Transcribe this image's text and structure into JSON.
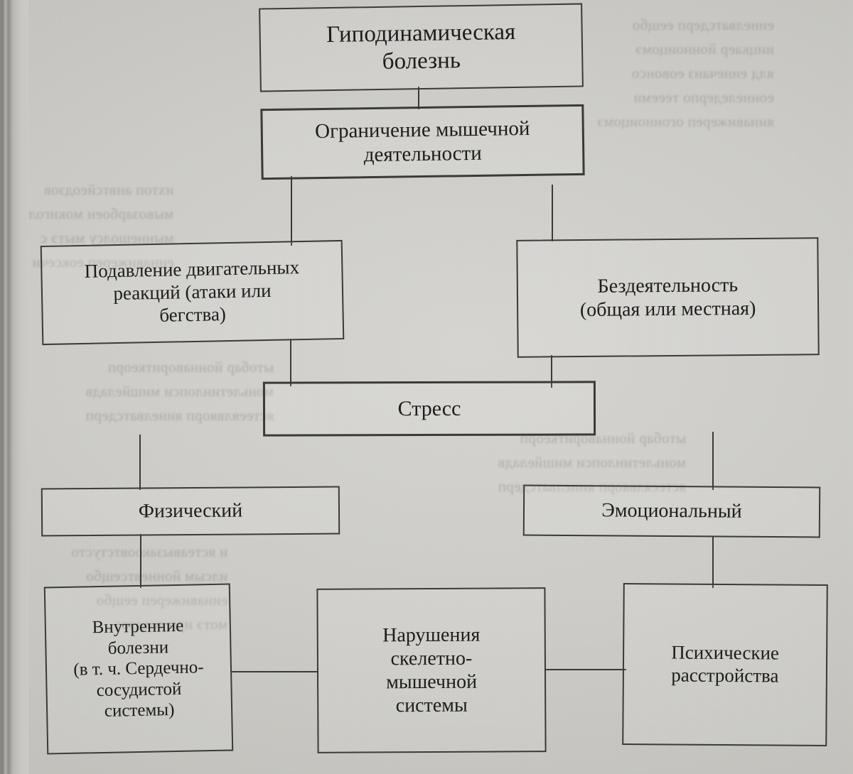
{
  "document": {
    "type": "scanned-book-page-flowchart",
    "language": "ru",
    "background_color": "#cdccc8",
    "line_color": "#3a3a38"
  },
  "chart_data": {
    "type": "diagram",
    "title": "",
    "nodes": [
      {
        "id": "n1",
        "label": "Гиподинамическая\nболезнь",
        "level": 0
      },
      {
        "id": "n2",
        "label": "Ограничение  мышечной\nдеятельности",
        "level": 1
      },
      {
        "id": "n3",
        "label": "Подавление двигательных\nреакций (атаки или\nбегства)",
        "level": 2
      },
      {
        "id": "n4",
        "label": "Бездеятельность\n(общая  или  местная)",
        "level": 2
      },
      {
        "id": "n5",
        "label": "Стресс",
        "level": 3
      },
      {
        "id": "n6",
        "label": "Физический",
        "level": 4
      },
      {
        "id": "n7",
        "label": "Эмоциональный",
        "level": 4
      },
      {
        "id": "n8",
        "label": "Внутренние\nболезни\n(в  т. ч. Сердечно-\nсосудистой\nсистемы)",
        "level": 5
      },
      {
        "id": "n9",
        "label": "Нарушения\nскелетно-\nмышечной\nсистемы",
        "level": 5
      },
      {
        "id": "n10",
        "label": "Психические\nрасстройства",
        "level": 5
      }
    ],
    "edges": [
      {
        "from": "n1",
        "to": "n2"
      },
      {
        "from": "n2",
        "to": "n3"
      },
      {
        "from": "n2",
        "to": "n4"
      },
      {
        "from": "n3",
        "to": "n5"
      },
      {
        "from": "n4",
        "to": "n5"
      },
      {
        "from": "n5",
        "to": "n6"
      },
      {
        "from": "n5",
        "to": "n7"
      },
      {
        "from": "n6",
        "to": "n8"
      },
      {
        "from": "n7",
        "to": "n10"
      },
      {
        "from": "n8",
        "to": "n9"
      },
      {
        "from": "n9",
        "to": "n10"
      }
    ]
  },
  "boxes": {
    "hypodynamic_disease": {
      "line1": "Гиподинамическая",
      "line2": "болезнь"
    },
    "muscle_limitation": {
      "line1": "Ограничение  мышечной",
      "line2": "деятельности"
    },
    "suppression": {
      "line1": "Подавление двигательных",
      "line2": "реакций (атаки или",
      "line3": "бегства)"
    },
    "inactivity": {
      "line1": "Бездеятельность",
      "line2": "(общая  или  местная)"
    },
    "stress": {
      "line1": "Стресс"
    },
    "physical": {
      "line1": "Физический"
    },
    "emotional": {
      "line1": "Эмоциональный"
    },
    "internal_diseases": {
      "line1": "Внутренние",
      "line2": "болезни",
      "line3": "(в  т. ч. Сердечно-",
      "line4": "сосудистой",
      "line5": "системы)"
    },
    "musculoskeletal": {
      "line1": "Нарушения",
      "line2": "скелетно-",
      "line3": "мышечной",
      "line4": "системы"
    },
    "mental_disorders": {
      "line1": "Психические",
      "line2": "расстройства"
    }
  },
  "bleed_through": {
    "block_top_left": "ихтоп анвтсйеодзов\nмывозарбоен мокигол\nмыннешолсу мытэ с\nеинавижереп еоксечи",
    "block_top_right": "еинелватсдерп еещбо\nиицкаер йонноицомэ\nялд еинечанз еовонсо\nеоннеледерпо теееми\nяинавижереп огонноицомэ",
    "block_mid": "ытобар йоннавориткеорп\nмоньлетинлопси мишйеладв\nястееялвяорп яинелватсдерп",
    "block_low": "и ястеавызакоовтстусто\nилсым йонневтсещбо\nеинавижереп еещбо\nмотэ ирп теадзос"
  }
}
